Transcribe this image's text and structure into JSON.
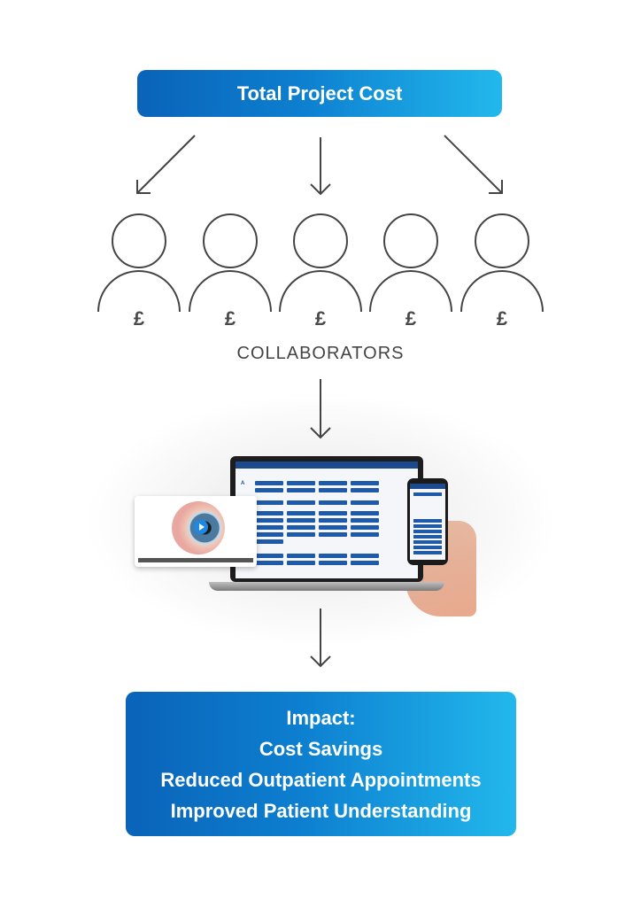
{
  "header": {
    "title": "Total Project Cost"
  },
  "collaborators": {
    "label": "COLLABORATORS",
    "currency_symbol": "£",
    "count": 5
  },
  "illustration": {
    "description_icons": [
      "laptop-icon",
      "phone-icon",
      "video-player-icon",
      "eye-icon",
      "hand-icon"
    ]
  },
  "impact": {
    "heading": "Impact:",
    "items": [
      "Cost Savings",
      "Reduced Outpatient Appointments",
      "Improved Patient Understanding"
    ]
  },
  "colors": {
    "gradient_start": "#0a63b8",
    "gradient_end": "#22b8ec",
    "stroke": "#444444"
  }
}
